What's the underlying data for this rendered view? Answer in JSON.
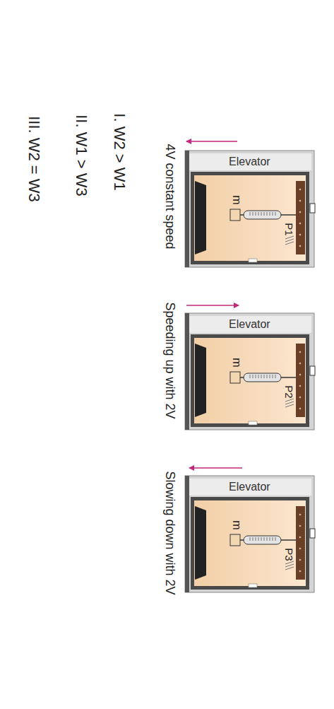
{
  "diagram": {
    "nodes": [
      {
        "text": [
          "Elevator"
        ]
      },
      {
        "text": [
          "Elevator"
        ]
      },
      {
        "text": [
          "Elevator"
        ]
      }
    ],
    "labels": [
      "4V constant speed",
      "m",
      "P1",
      "Speeding up with 2V",
      "m",
      "P2",
      "Slowing down with 2V",
      "m",
      "P3",
      "I. W2 > W1",
      "II. W1 > W3",
      "III. W2 = W3"
    ]
  }
}
